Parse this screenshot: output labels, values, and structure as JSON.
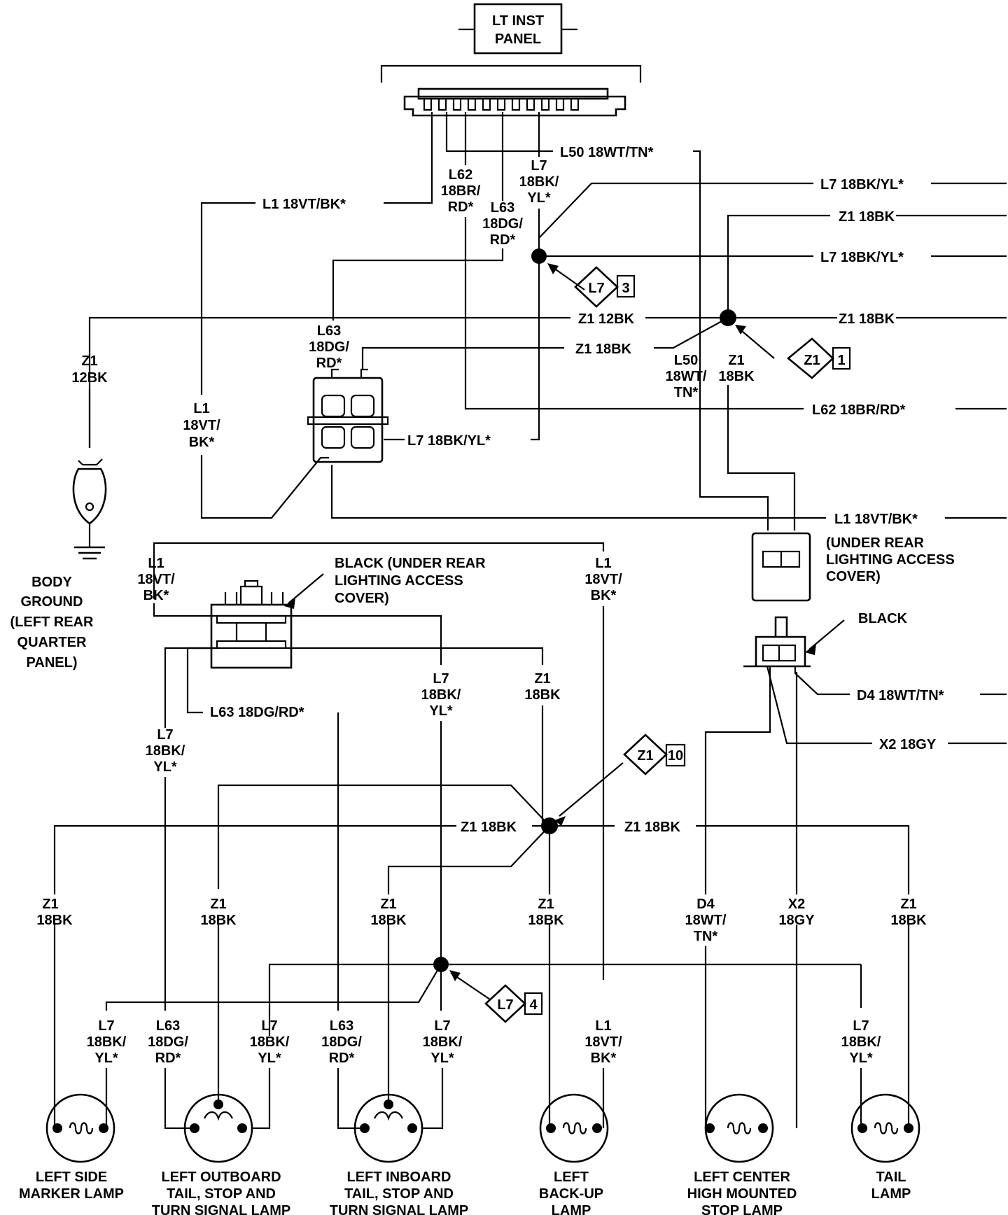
{
  "title": "LT INST PANEL",
  "wires": {
    "l50_top": "L50 18WT/TN*",
    "l62_top": [
      "L62",
      "18BR/",
      "RD*"
    ],
    "l7_top": [
      "L7",
      "18BK/",
      "YL*"
    ],
    "l63_top": [
      "L63",
      "18DG/",
      "RD*"
    ],
    "l1_top": "L1 18VT/BK*",
    "l7_right1": "L7 18BK/YL*",
    "z1_right1": "Z1 18BK",
    "l7_right2": "L7 18BK/YL*",
    "z1_12bk": "Z1 12BK",
    "z1_right2": "Z1 18BK",
    "z1_18bk_mid": "Z1 18BK",
    "l63_mid": [
      "L63",
      "18DG/",
      "RD*"
    ],
    "l50_mid": [
      "L50",
      "18WT/",
      "TN*"
    ],
    "z1_mid": [
      "Z1",
      "18BK"
    ],
    "z1_ground": [
      "Z1",
      "12BK"
    ],
    "l1_left": [
      "L1",
      "18VT/",
      "BK*"
    ],
    "l62_right": "L62 18BR/RD*",
    "l7_conn": "L7 18BK/YL*",
    "l1_right": "L1 18VT/BK*",
    "l1_a": [
      "L1",
      "18VT/",
      "BK*"
    ],
    "l1_b": [
      "L1",
      "18VT/",
      "BK*"
    ],
    "l7_c": [
      "L7",
      "18BK/",
      "YL*"
    ],
    "z1_c": [
      "Z1",
      "18BK"
    ],
    "l63_lower": "L63 18DG/RD*",
    "l7_d": [
      "L7",
      "18BK/",
      "YL*"
    ],
    "d4_right": "D4 18WT/TN*",
    "x2_right": "X2 18GY",
    "z1_lower_left": "Z1 18BK",
    "z1_lower_right": "Z1 18BK"
  },
  "drops": [
    [
      "Z1",
      "18BK"
    ],
    [
      "Z1",
      "18BK"
    ],
    [
      "Z1",
      "18BK"
    ],
    [
      "Z1",
      "18BK"
    ],
    [
      "D4",
      "18WT/",
      "TN*"
    ],
    [
      "X2",
      "18GY"
    ],
    [
      "Z1",
      "18BK"
    ]
  ],
  "lamp_feeds": [
    [
      "L7",
      "18BK/",
      "YL*"
    ],
    [
      "L63",
      "18DG/",
      "RD*"
    ],
    [
      "L7",
      "18BK/",
      "YL*"
    ],
    [
      "L63",
      "18DG/",
      "RD*"
    ],
    [
      "L7",
      "18BK/",
      "YL*"
    ],
    [
      "L1",
      "18VT/",
      "BK*"
    ],
    [
      "L7",
      "18BK/",
      "YL*"
    ]
  ],
  "splices": [
    {
      "code": "L7",
      "num": "3"
    },
    {
      "code": "Z1",
      "num": "1"
    },
    {
      "code": "Z1",
      "num": "10"
    },
    {
      "code": "L7",
      "num": "4"
    }
  ],
  "notes": {
    "body_ground": [
      "BODY",
      "GROUND",
      "(LEFT REAR",
      "QUARTER",
      "PANEL)"
    ],
    "black_under": [
      "BLACK (UNDER REAR",
      "LIGHTING ACCESS",
      "COVER)"
    ],
    "under_rear": [
      "(UNDER REAR",
      "LIGHTING ACCESS",
      "COVER)"
    ],
    "black": "BLACK"
  },
  "lamps": [
    [
      "LEFT SIDE",
      "MARKER LAMP"
    ],
    [
      "LEFT OUTBOARD",
      "TAIL, STOP AND",
      "TURN SIGNAL LAMP"
    ],
    [
      "LEFT INBOARD",
      "TAIL, STOP AND",
      "TURN SIGNAL LAMP"
    ],
    [
      "LEFT",
      "BACK-UP",
      "LAMP"
    ],
    [
      "LEFT CENTER",
      "HIGH MOUNTED",
      "STOP LAMP"
    ],
    [
      "TAIL",
      "LAMP"
    ]
  ]
}
